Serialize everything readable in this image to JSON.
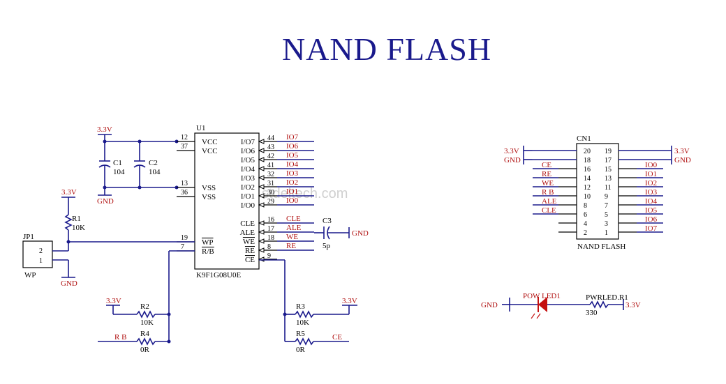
{
  "title": "NAND FLASH",
  "watermark": "stdeltech.com",
  "nets": {
    "v33": "3.3V",
    "gnd": "GND"
  },
  "u1": {
    "ref": "U1",
    "part": "K9F1G08U0E",
    "left_pins": [
      {
        "num": "12",
        "name": "VCC"
      },
      {
        "num": "37",
        "name": "VCC"
      },
      {
        "num": "13",
        "name": "VSS"
      },
      {
        "num": "36",
        "name": "VSS"
      },
      {
        "num": "19",
        "name": "WP"
      },
      {
        "num": "7",
        "name": "R/B"
      }
    ],
    "right_pins": [
      {
        "num": "44",
        "name": "I/O7",
        "net": "IO7"
      },
      {
        "num": "43",
        "name": "I/O6",
        "net": "IO6"
      },
      {
        "num": "42",
        "name": "I/O5",
        "net": "IO5"
      },
      {
        "num": "41",
        "name": "I/O4",
        "net": "IO4"
      },
      {
        "num": "32",
        "name": "I/O3",
        "net": "IO3"
      },
      {
        "num": "31",
        "name": "I/O2",
        "net": "IO2"
      },
      {
        "num": "30",
        "name": "I/O1",
        "net": "IO1"
      },
      {
        "num": "29",
        "name": "I/O0",
        "net": "IO0"
      },
      {
        "num": "16",
        "name": "CLE",
        "net": "CLE"
      },
      {
        "num": "17",
        "name": "ALE",
        "net": "ALE"
      },
      {
        "num": "18",
        "name": "WE",
        "net": "WE"
      },
      {
        "num": "8",
        "name": "RE",
        "net": "RE"
      },
      {
        "num": "9",
        "name": "CE",
        "net": ""
      }
    ]
  },
  "caps": [
    {
      "ref": "C1",
      "value": "104"
    },
    {
      "ref": "C2",
      "value": "104"
    },
    {
      "ref": "C3",
      "value": "5p"
    }
  ],
  "resistors": [
    {
      "ref": "R1",
      "value": "10K"
    },
    {
      "ref": "R2",
      "value": "10K"
    },
    {
      "ref": "R3",
      "value": "10K"
    },
    {
      "ref": "R4",
      "value": "0R"
    },
    {
      "ref": "R5",
      "value": "0R"
    },
    {
      "ref": "PWRLED.R1",
      "value": "330"
    }
  ],
  "jp1": {
    "ref": "JP1",
    "label": "WP",
    "pins": [
      "2",
      "1"
    ]
  },
  "net_labels": {
    "rb": "R B",
    "ce": "CE"
  },
  "cn1": {
    "ref": "CN1",
    "label": "NAND FLASH",
    "rows": [
      {
        "left_num": "20",
        "right_num": "19",
        "left_net": "3.3V",
        "right_net": "3.3V"
      },
      {
        "left_num": "18",
        "right_num": "17",
        "left_net": "GND",
        "right_net": "GND"
      },
      {
        "left_num": "16",
        "right_num": "15",
        "left_net": "CE",
        "right_net": "IO0"
      },
      {
        "left_num": "14",
        "right_num": "13",
        "left_net": "RE",
        "right_net": "IO1"
      },
      {
        "left_num": "12",
        "right_num": "11",
        "left_net": "WE",
        "right_net": "IO2"
      },
      {
        "left_num": "10",
        "right_num": "9",
        "left_net": "R B",
        "right_net": "IO3"
      },
      {
        "left_num": "8",
        "right_num": "7",
        "left_net": "ALE",
        "right_net": "IO4"
      },
      {
        "left_num": "6",
        "right_num": "5",
        "left_net": "CLE",
        "right_net": "IO5"
      },
      {
        "left_num": "4",
        "right_num": "3",
        "left_net": "",
        "right_net": "IO6"
      },
      {
        "left_num": "2",
        "right_num": "1",
        "left_net": "",
        "right_net": "IO7"
      }
    ]
  },
  "led": {
    "ref": "POW LED1",
    "gnd": "GND",
    "v33": "3.3V"
  }
}
